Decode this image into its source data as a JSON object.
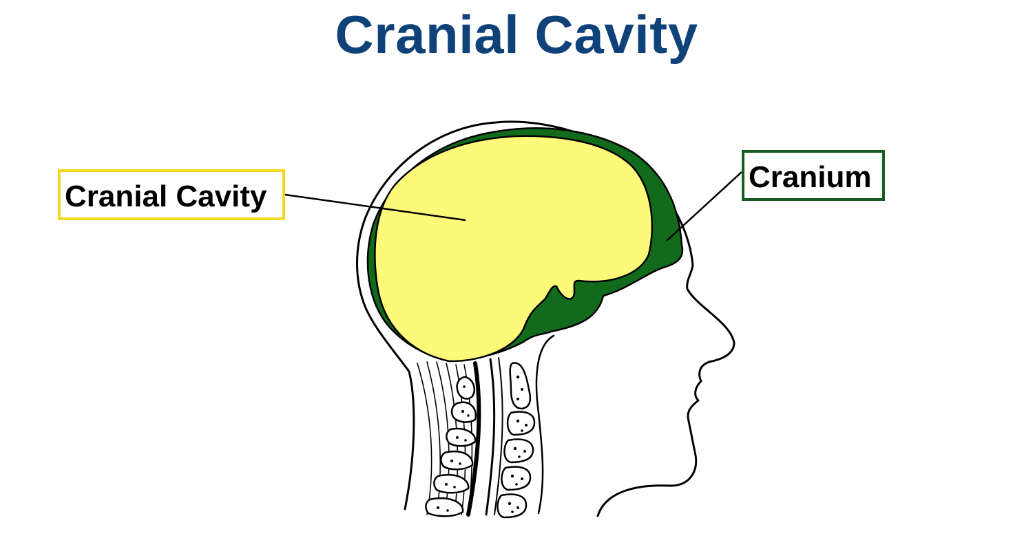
{
  "title": "Cranial Cavity",
  "labels": {
    "cranial_cavity": "Cranial Cavity",
    "cranium": "Cranium"
  },
  "colors": {
    "title": "#10427a",
    "cavity_fill": "#fff97a",
    "cranium_fill": "#126a1b",
    "cavity_border": "#f3d81f",
    "cranium_border": "#155d1e",
    "outline": "#000000"
  }
}
